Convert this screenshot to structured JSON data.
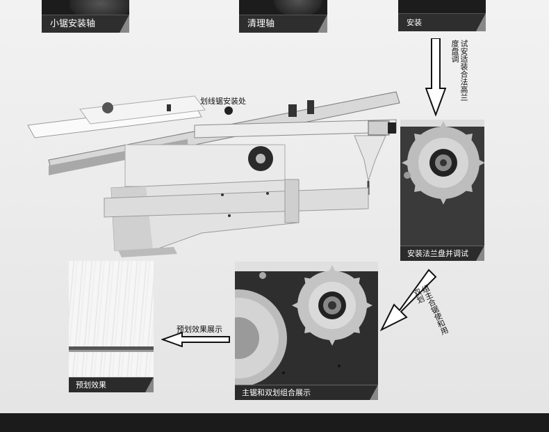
{
  "thumbnails": {
    "small_saw_shaft": "小锯安装轴",
    "clean_shaft": "清理轴",
    "install": "安装"
  },
  "machine": {
    "scoring_saw_mount_label": "划线锯安装处"
  },
  "annotations": {
    "flange_height_text": "试安适装合法高兰度盘调",
    "combo_text": "组主合锯使和用双划",
    "preview_arrow_text": "预划效果展示"
  },
  "panels": {
    "flange_install": "安装法兰盘并调试",
    "main_and_scoring_combo": "主锯和双划组合展示",
    "preview_effect": "预划效果"
  }
}
